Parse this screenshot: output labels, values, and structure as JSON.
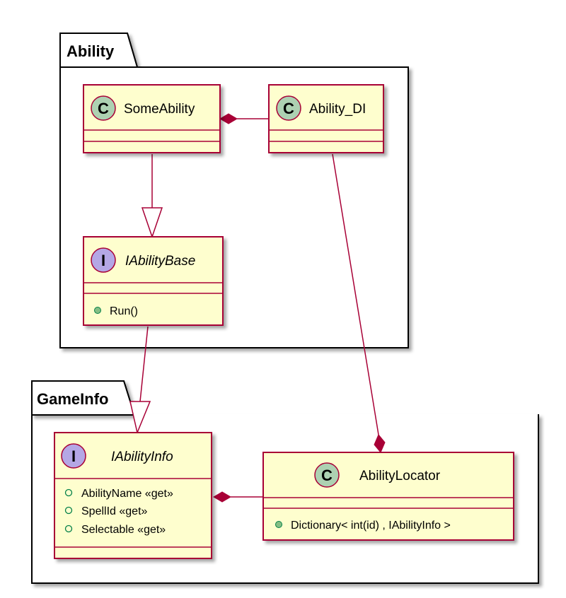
{
  "packages": {
    "ability": {
      "label": "Ability"
    },
    "gameinfo": {
      "label": "GameInfo"
    }
  },
  "classes": {
    "some_ability": {
      "stereotype": "C",
      "name": "SomeAbility"
    },
    "ability_di": {
      "stereotype": "C",
      "name": "Ability_DI"
    },
    "iability_base": {
      "stereotype": "I",
      "name": "IAbilityBase",
      "members": [
        "Run()"
      ]
    },
    "iability_info": {
      "stereotype": "I",
      "name": "IAbilityInfo",
      "members": [
        "AbilityName «get»",
        "SpellId «get»",
        "Selectable «get»"
      ]
    },
    "ability_locator": {
      "stereotype": "C",
      "name": "AbilityLocator",
      "members": [
        "Dictionary< int(id) , IAbilityInfo >"
      ]
    }
  },
  "colors": {
    "class_fill": "#FEFECE",
    "border": "#A80036",
    "class_badge": "#ADD1B2",
    "interface_badge": "#B4A7E5",
    "public_method": "#84BE84",
    "public_field_outline": "#038048"
  }
}
